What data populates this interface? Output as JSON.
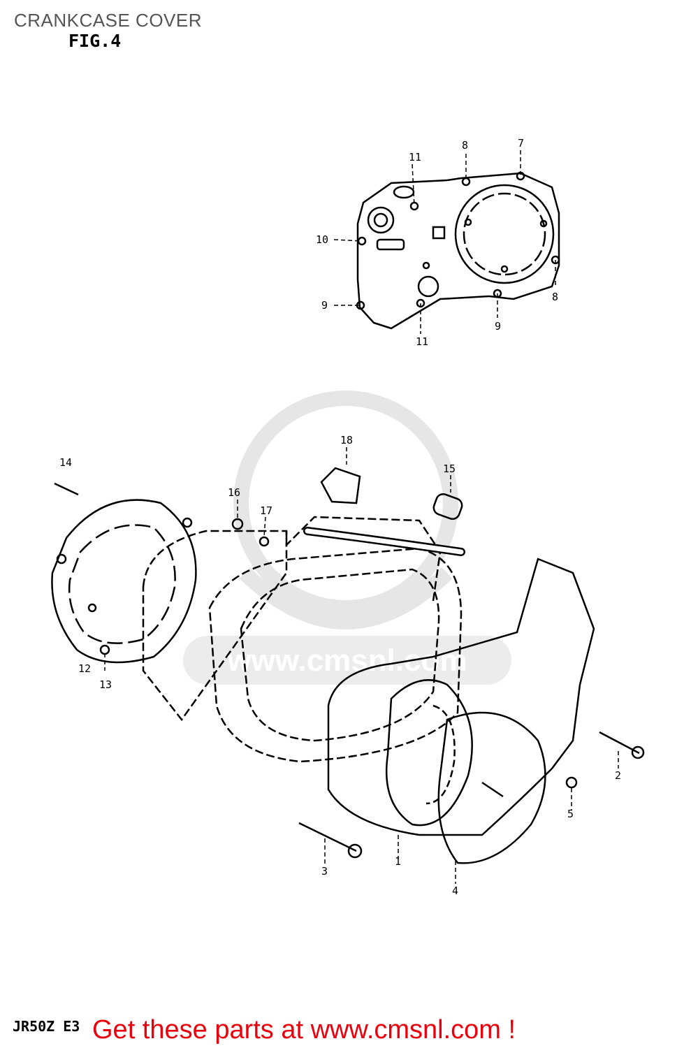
{
  "header": {
    "title": "CRANKCASE COVER"
  },
  "figure": {
    "label": "FIG.4"
  },
  "watermark": {
    "text": "www.cmsnl.com"
  },
  "callouts": [
    "1",
    "2",
    "3",
    "4",
    "5",
    "7",
    "8",
    "8",
    "9",
    "9",
    "10",
    "11",
    "11",
    "12",
    "13",
    "14",
    "15",
    "16",
    "17",
    "18"
  ],
  "footer": {
    "model_code": "JR50Z E3",
    "promo_text": "Get these parts at www.cmsnl.com !"
  },
  "colors": {
    "promo": "#e8000d",
    "header": "#555555",
    "watermark": "#e6e6e6"
  }
}
